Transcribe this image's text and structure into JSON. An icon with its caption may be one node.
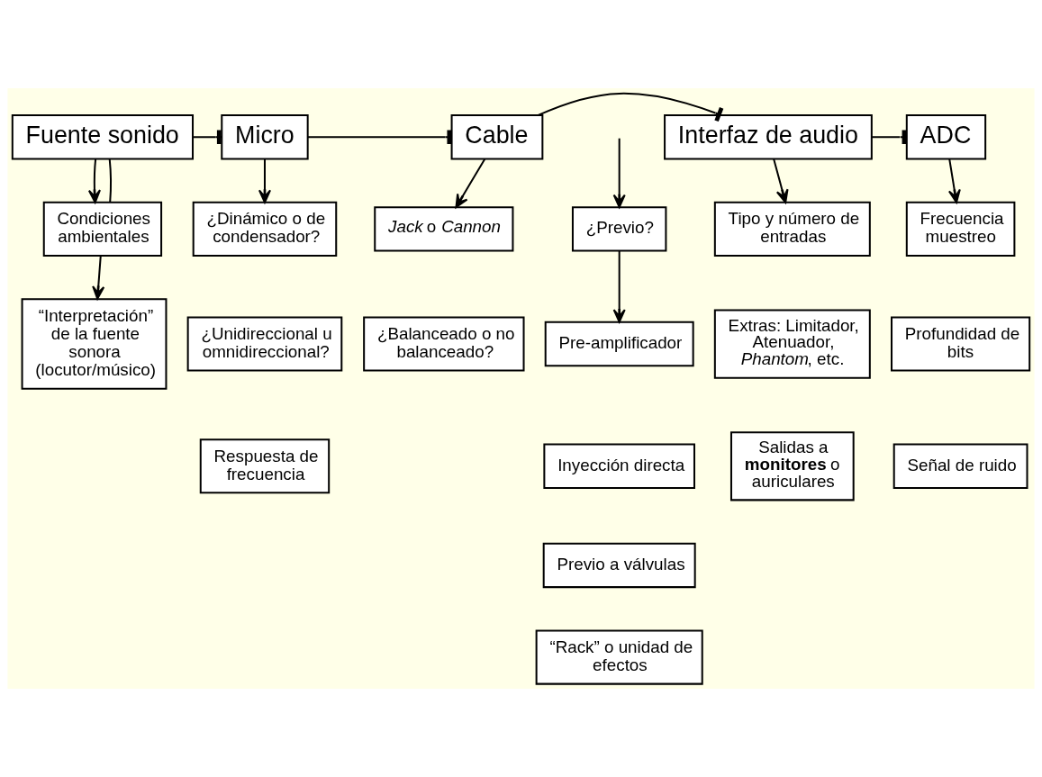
{
  "diagram": {
    "nodes": [
      {
        "text": [
          "Fuente sonido"
        ]
      },
      {
        "text": [
          "Micro"
        ]
      },
      {
        "text": [
          "Cable"
        ]
      },
      {
        "text": [
          "Interfaz de audio"
        ]
      },
      {
        "text": [
          "ADC"
        ]
      },
      {
        "text": [
          "¿Previo?"
        ]
      },
      {
        "text": [
          "Condiciones ambientales"
        ]
      },
      {
        "text": [
          "“Interpretación” de la fuente sonora (locutor/músico)"
        ]
      },
      {
        "text": [
          "*Jack* o *Cannon*"
        ]
      },
      {
        "text": [
          "¿Balanceado o no balanceado?"
        ]
      },
      {
        "text": [
          "¿Dinámico o de condensador?"
        ]
      },
      {
        "text": [
          "¿Unidireccional u omnidireccional?"
        ]
      },
      {
        "text": [
          "Respuesta de frecuencia"
        ]
      },
      {
        "text": [
          "Pre-amplificador"
        ]
      },
      {
        "text": [
          "Inyección directa"
        ]
      },
      {
        "text": [
          "Previo a válvulas"
        ]
      },
      {
        "text": [
          "“Rack” o unidad de efectos"
        ]
      },
      {
        "text": [
          "Tipo y número de entradas"
        ]
      },
      {
        "text": [
          "Extras: Limitador, Atenuador, *Phantom*, etc."
        ]
      },
      {
        "text": [
          "Salidas a **monitores** o auriculares"
        ]
      },
      {
        "text": [
          "Frecuencia muestreo"
        ]
      },
      {
        "text": [
          "Profundidad de bits"
        ]
      },
      {
        "text": [
          "Señal de ruido"
        ]
      }
    ],
    "edges": [
      {
        "from": 0,
        "to": 1,
        "arrow": "other"
      },
      {
        "from": 1,
        "to": 2,
        "arrow": "other"
      },
      {
        "from": 2,
        "to": 3,
        "arrow": "other"
      },
      {
        "from": 3,
        "to": 4,
        "arrow": "other"
      },
      {
        "from": null,
        "to": 5,
        "arrow": "to"
      },
      {
        "from": 0,
        "to": 6,
        "arrow": "to"
      },
      {
        "from": 0,
        "to": 6,
        "arrow": "none"
      },
      {
        "from": 6,
        "to": 7,
        "arrow": "to"
      },
      {
        "from": 1,
        "to": 10,
        "arrow": "to"
      },
      {
        "from": 2,
        "to": 8,
        "arrow": "to"
      },
      {
        "from": 5,
        "to": 13,
        "arrow": "to"
      },
      {
        "from": 3,
        "to": 17,
        "arrow": "to"
      },
      {
        "from": 4,
        "to": 20,
        "arrow": "to"
      }
    ]
  }
}
